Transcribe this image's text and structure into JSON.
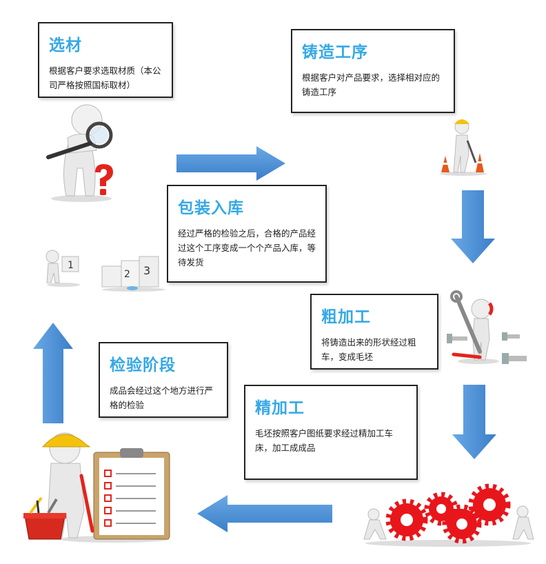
{
  "steps": [
    {
      "title": "选材",
      "desc": "根据客户要求选取材质（本公司严格按照国标取材）"
    },
    {
      "title": "铸造工序",
      "desc": "根据客户对产品要求，选择相对应的铸造工序"
    },
    {
      "title": "包装入库",
      "desc": "经过严格的检验之后，合格的产品经过这个工序变成一个个产品入库，等待发货"
    },
    {
      "title": "粗加工",
      "desc": "将铸造出来的形状经过粗车，变成毛坯"
    },
    {
      "title": "检验阶段",
      "desc": "成品会经过这个地方进行严格的检验"
    },
    {
      "title": "精加工",
      "desc": "毛坯按照客户图纸要求经过精加工车床，加工成成品"
    }
  ],
  "colors": {
    "title": "#35a8e6",
    "arrow": "#4a8fd4",
    "gear": "#e8161b",
    "helmet": "#f4c20d"
  },
  "icons": [
    "magnifier-figure-icon",
    "question-mark-icon",
    "worker-cone-icon",
    "figure-with-blocks-icon",
    "podium-icon",
    "wrench-figure-icon",
    "bolt-icon",
    "gear-figures-icon",
    "inspector-clipboard-icon",
    "toolbox-icon"
  ]
}
